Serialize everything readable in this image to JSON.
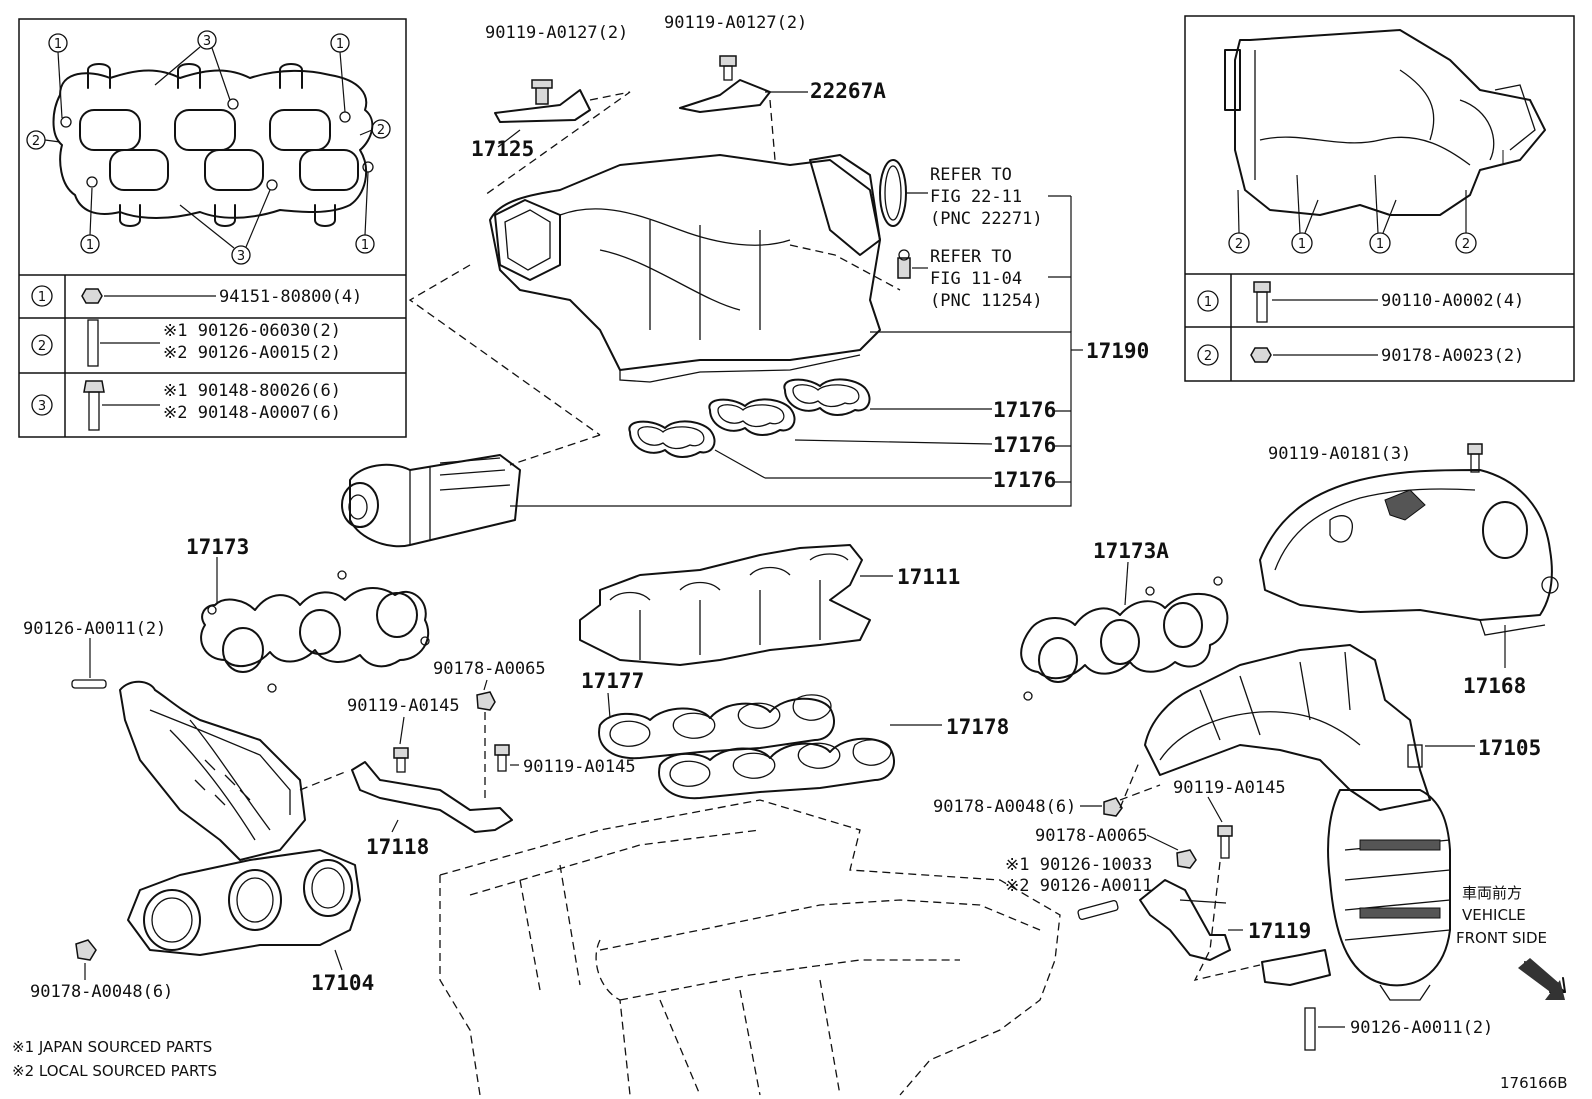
{
  "diagram_id": "176166B",
  "notes": {
    "note1": "※1 JAPAN SOURCED PARTS",
    "note2": "※2 LOCAL SOURCED PARTS"
  },
  "direction": {
    "jp": "車両前方",
    "line1": "VEHICLE",
    "line2": "FRONT SIDE"
  },
  "left_box": {
    "callouts": [
      "1",
      "2",
      "3"
    ],
    "rows": [
      {
        "num": "1",
        "line1": "94151-80800(4)",
        "line2": ""
      },
      {
        "num": "2",
        "line1": "※1 90126-06030(2)",
        "line2": "※2 90126-A0015(2)"
      },
      {
        "num": "3",
        "line1": "※1 90148-80026(6)",
        "line2": "※2 90148-A0007(6)"
      }
    ]
  },
  "right_box": {
    "callouts": [
      "1",
      "2"
    ],
    "rows": [
      {
        "num": "1",
        "line1": "90110-A0002(4)"
      },
      {
        "num": "2",
        "line1": "90178-A0023(2)"
      }
    ]
  },
  "refer": {
    "a1": "REFER TO",
    "a2": "FIG 22-11",
    "a3": "(PNC 22271)",
    "b1": "REFER TO",
    "b2": "FIG 11-04",
    "b3": "(PNC 11254)"
  },
  "labels": {
    "p90119_a0127_l": "90119-A0127(2)",
    "p90119_a0127_r": "90119-A0127(2)",
    "p22267a": "22267A",
    "p17125": "17125",
    "p17190": "17190",
    "p17176_a": "17176",
    "p17176_b": "17176",
    "p17176_c": "17176",
    "p17173": "17173",
    "p17111": "17111",
    "p17173a": "17173A",
    "p90119_a0181": "90119-A0181(3)",
    "p17168": "17168",
    "p90126_a0011_l": "90126-A0011(2)",
    "p90178_a0065_l": "90178-A0065",
    "p17177": "17177",
    "p90119_a0145_l": "90119-A0145",
    "p17178": "17178",
    "p90119_a0145_m": "90119-A0145",
    "p17105": "17105",
    "p17118": "17118",
    "p90178_a0048_r": "90178-A0048(6)",
    "p90119_a0145_r": "90119-A0145",
    "p90178_a0065_r": "90178-A0065",
    "p90126_10033": "※1 90126-10033",
    "p90126_a0011_m": "※2 90126-A0011",
    "p17119": "17119",
    "p17104": "17104",
    "p90178_a0048_l": "90178-A0048(6)",
    "p90126_a0011_r": "90126-A0011(2)"
  }
}
